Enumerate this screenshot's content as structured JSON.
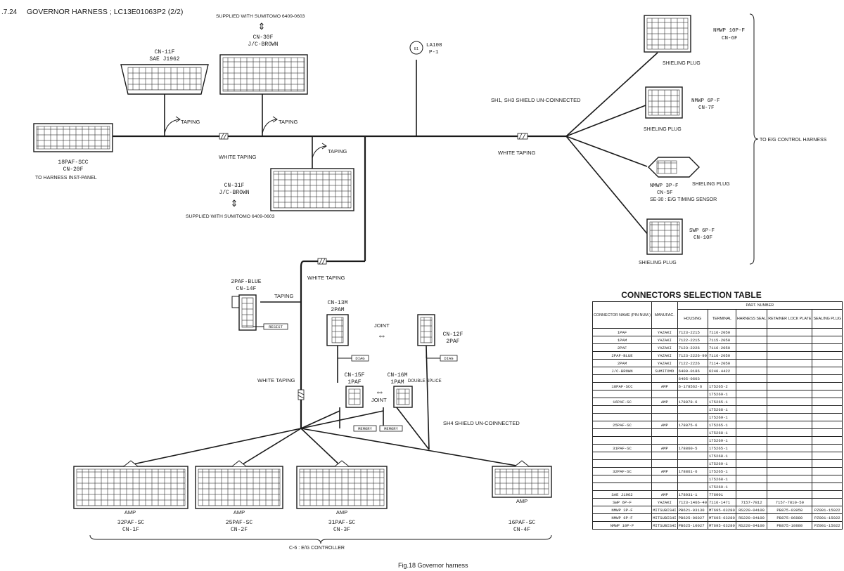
{
  "header": {
    "section": ".7.24",
    "title": "GOVERNOR HARNESS ; LC13E01063P2 (2/2)"
  },
  "labels": {
    "supplied_top": "SUPPLIED WITH SUMITOMO 6409-0603",
    "supplied_mid": "SUPPLIED WITH SUMITOMO 6409-0603",
    "taping": "TAPING",
    "white_taping": "WHITE TAPING",
    "sh1_sh3": "SH1, SH3 SHIELD UN-COINNECTED",
    "sh4": "SH4 SHIELD UN-COINNECTED",
    "to_eg": "TO E/G CONTROL HARNESS",
    "to_harness": "TO HARNESS INST-PANEL",
    "joint": "JOINT",
    "double_splice": "DOUBLE SPLICE",
    "shieling_plug": "SHIELING PLUG",
    "se30": "SE-30 : E/G TIMING SENSOR",
    "c6": "C-6 : E/G CONTROLLER",
    "diag": "DIAG",
    "memory": "MEMORY",
    "resist": "RESIST",
    "amp": "AMP",
    "swap_arrow": "⇔",
    "updown_arrow": "⇕",
    "la108": "LA108",
    "p1": "P-1"
  },
  "connectors": {
    "cn11f": {
      "l1": "CN-11F",
      "l2": "SAE J1962"
    },
    "cn30f": {
      "l1": "CN-30F",
      "l2": "J/C-BROWN"
    },
    "cn20f": {
      "l1": "18PAF-SCC",
      "l2": "CN-20F"
    },
    "cn31f": {
      "l1": "CN-31F",
      "l2": "J/C-BROWN"
    },
    "cn6f": {
      "l1": "NMWP 10P-F",
      "l2": "CN-6F"
    },
    "cn7f": {
      "l1": "NMWP 6P-F",
      "l2": "CN-7F"
    },
    "cn5f": {
      "l1": "NMWP 3P-F",
      "l2": "CN-5F"
    },
    "cn10f": {
      "l1": "SWP 6P-F",
      "l2": "CN-10F"
    },
    "cn14f": {
      "l1": "2PAF-BLUE",
      "l2": "CN-14F"
    },
    "cn13m": {
      "l1": "CN-13M",
      "l2": "2PAM"
    },
    "cn12f": {
      "l1": "CN-12F",
      "l2": "2PAF"
    },
    "cn15f": {
      "l1": "CN-15F",
      "l2": "1PAF"
    },
    "cn16m": {
      "l1": "CN-16M",
      "l2": "1PAM"
    },
    "cn1f": {
      "l1": "32PAF-SC",
      "l2": "CN-1F"
    },
    "cn2f": {
      "l1": "25PAF-SC",
      "l2": "CN-2F"
    },
    "cn3f": {
      "l1": "31PAF-SC",
      "l2": "CN-3F"
    },
    "cn4f": {
      "l1": "16PAF-SC",
      "l2": "CN-4F"
    }
  },
  "table": {
    "title": "CONNECTORS SELECTION TABLE",
    "h_name": "CONNECTOR NAME (PIN NUM.)",
    "h_manuf": "MANUFAC.",
    "h_part": "PART. NUMBER",
    "h_housing": "HOUSING",
    "h_terminal": "TERMINAL",
    "h_seal": "HARNESS SEAL",
    "h_retainer": "RETAINER LOCK PLATE",
    "h_plug": "SEALING PLUG",
    "rows": [
      {
        "name": "1PAF",
        "manuf": "YAZAKI",
        "housing": "7123-2215",
        "terminal": "7116-2050",
        "seal": "",
        "retainer": "",
        "plug": ""
      },
      {
        "name": "1PAM",
        "manuf": "YAZAKI",
        "housing": "7122-2215",
        "terminal": "7115-2050",
        "seal": "",
        "retainer": "",
        "plug": ""
      },
      {
        "name": "2PAF",
        "manuf": "YAZAKI",
        "housing": "7123-2226",
        "terminal": "7116-2050",
        "seal": "",
        "retainer": "",
        "plug": ""
      },
      {
        "name": "2PAF-BLUE",
        "manuf": "YAZAKI",
        "housing": "7123-2226-90",
        "terminal": "7116-2050",
        "seal": "",
        "retainer": "",
        "plug": ""
      },
      {
        "name": "2PAM",
        "manuf": "YAZAKI",
        "housing": "7122-2226",
        "terminal": "7114-2050",
        "seal": "",
        "retainer": "",
        "plug": ""
      },
      {
        "name": "J/C-BROWN",
        "manuf": "SUMITOMO",
        "housing": "6400-0186",
        "terminal": "6240-4422",
        "seal": "",
        "retainer": "",
        "plug": ""
      },
      {
        "name": "",
        "manuf": "",
        "housing": "6405-0603",
        "terminal": "",
        "seal": "",
        "retainer": "",
        "plug": ""
      },
      {
        "name": "18PAF-SCC",
        "manuf": "AMP",
        "housing": "6-178562-6",
        "terminal": "175265-2",
        "seal": "",
        "retainer": "",
        "plug": ""
      },
      {
        "name": "",
        "manuf": "",
        "housing": "",
        "terminal": "175269-1",
        "seal": "",
        "retainer": "",
        "plug": ""
      },
      {
        "name": "16PAF-SC",
        "manuf": "AMP",
        "housing": "178878-6",
        "terminal": "175265-1",
        "seal": "",
        "retainer": "",
        "plug": ""
      },
      {
        "name": "",
        "manuf": "",
        "housing": "",
        "terminal": "175268-1",
        "seal": "",
        "retainer": "",
        "plug": ""
      },
      {
        "name": "",
        "manuf": "",
        "housing": "",
        "terminal": "175269-1",
        "seal": "",
        "retainer": "",
        "plug": ""
      },
      {
        "name": "25PAF-SC",
        "manuf": "AMP",
        "housing": "178875-6",
        "terminal": "175265-1",
        "seal": "",
        "retainer": "",
        "plug": ""
      },
      {
        "name": "",
        "manuf": "",
        "housing": "",
        "terminal": "175268-1",
        "seal": "",
        "retainer": "",
        "plug": ""
      },
      {
        "name": "",
        "manuf": "",
        "housing": "",
        "terminal": "175269-1",
        "seal": "",
        "retainer": "",
        "plug": ""
      },
      {
        "name": "31PAF-SC",
        "manuf": "AMP",
        "housing": "178860-5",
        "terminal": "175265-1",
        "seal": "",
        "retainer": "",
        "plug": ""
      },
      {
        "name": "",
        "manuf": "",
        "housing": "",
        "terminal": "175268-1",
        "seal": "",
        "retainer": "",
        "plug": ""
      },
      {
        "name": "",
        "manuf": "",
        "housing": "",
        "terminal": "175269-1",
        "seal": "",
        "retainer": "",
        "plug": ""
      },
      {
        "name": "32PAF-SC",
        "manuf": "AMP",
        "housing": "178861-6",
        "terminal": "175265-1",
        "seal": "",
        "retainer": "",
        "plug": ""
      },
      {
        "name": "",
        "manuf": "",
        "housing": "",
        "terminal": "175268-1",
        "seal": "",
        "retainer": "",
        "plug": ""
      },
      {
        "name": "",
        "manuf": "",
        "housing": "",
        "terminal": "175269-1",
        "seal": "",
        "retainer": "",
        "plug": ""
      },
      {
        "name": "SAE J1962",
        "manuf": "AMP",
        "housing": "178031-1",
        "terminal": "776001",
        "seal": "",
        "retainer": "",
        "plug": ""
      },
      {
        "name": "SWP 6P-F",
        "manuf": "YAZAKI",
        "housing": "7123-1466-40",
        "terminal": "7116-1471",
        "seal": "7157-7812",
        "retainer": "7157-7810-50",
        "plug": ""
      },
      {
        "name": "NMWP 3P-F",
        "manuf": "MITSUBISHI",
        "housing": "PB621-03130",
        "terminal": "MT695-63280",
        "seal": "RS220-04100",
        "retainer": "PB875-03950",
        "plug": "PZ001-15022"
      },
      {
        "name": "NMWP 6P-F",
        "manuf": "MITSUBISHI",
        "housing": "PB625-06027",
        "terminal": "MT695-63280",
        "seal": "RS220-04100",
        "retainer": "PB875-06880",
        "plug": "PZ001-15022"
      },
      {
        "name": "NMWP 10P-F",
        "manuf": "MITSUBISHI",
        "housing": "PB625-10027",
        "terminal": "MT695-63280",
        "seal": "RS220-04100",
        "retainer": "PB875-10880",
        "plug": "PZ001-15022"
      }
    ]
  },
  "caption": "Fig.18   Governor harness"
}
